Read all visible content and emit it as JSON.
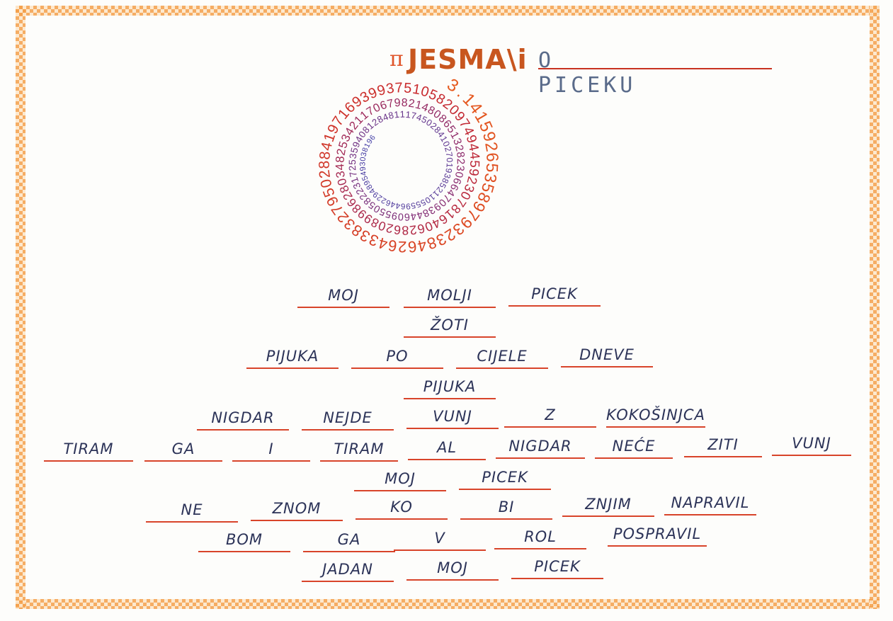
{
  "title": {
    "pi_symbol": "π",
    "main": "JESMA\\i",
    "sub": "O PICEKU"
  },
  "spiral": {
    "digits": "3.14159265358979323846264338327950288419716939937510582097494459230781640628620899862803482534211706798214808651328230664709384460955058223172535940812848111745028410270193852110555964462294895493038196",
    "colors": [
      "#e65a1e",
      "#c8282d",
      "#8b2a6e",
      "#3b3ba8",
      "#2a6fb4",
      "#3aa6a0"
    ]
  },
  "lines": [
    [
      "MOJ",
      "MOLJI",
      "PICEK"
    ],
    [
      "ŽOTI"
    ],
    [
      "PIJUKA",
      "PO",
      "CIJELE",
      "DNEVE"
    ],
    [
      "PIJUKA"
    ],
    [
      "NIGDAR",
      "NEJDE",
      "VUNJ",
      "Z",
      "KOKOŠINJCA"
    ],
    [
      "TIRAM",
      "GA",
      "I",
      "TIRAM",
      "AL",
      "NIGDAR",
      "NEĆE",
      "ZITI",
      "VUNJ"
    ],
    [
      "MOJ",
      "PICEK"
    ],
    [
      "NE",
      "ZNOM",
      "KO",
      "BI",
      "ZNJIM",
      "NAPRAVIL"
    ],
    [
      "BOM",
      "GA",
      "V",
      "ROL",
      "POSPRAVIL"
    ],
    [
      "JADAN",
      "MOJ",
      "PICEK"
    ]
  ]
}
